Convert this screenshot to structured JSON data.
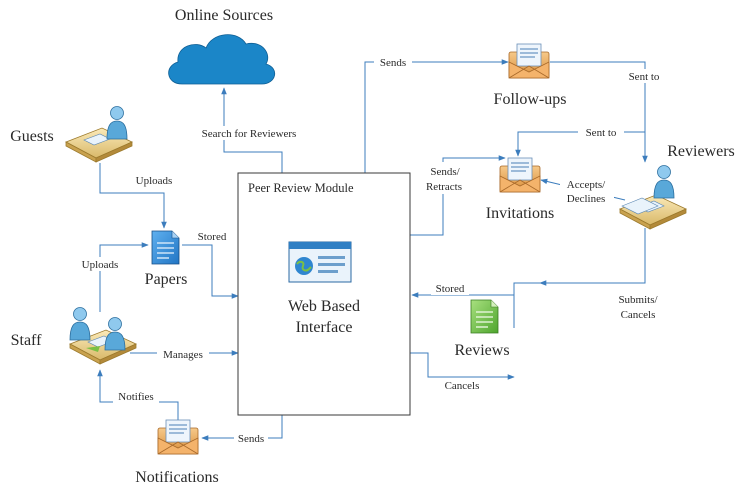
{
  "nodes": {
    "online_sources": "Online Sources",
    "guests": "Guests",
    "staff": "Staff",
    "papers": "Papers",
    "notifications": "Notifications",
    "follow_ups": "Follow-ups",
    "invitations": "Invitations",
    "reviewers": "Reviewers",
    "reviews": "Reviews"
  },
  "module": {
    "title": "Peer Review Module",
    "inner_line1": "Web Based",
    "inner_line2": "Interface"
  },
  "edges": {
    "search_for_reviewers": "Search for Reviewers",
    "uploads_guests": "Uploads",
    "uploads_staff": "Uploads",
    "stored_papers": "Stored",
    "manages": "Manages",
    "notifies": "Notifies",
    "sends_notifications": "Sends",
    "sends_followups": "Sends",
    "sent_to_followups": "Sent to",
    "sent_to_invitations": "Sent to",
    "sends_retracts_1": "Sends/",
    "sends_retracts_2": "Retracts",
    "accepts_declines_1": "Accepts/",
    "accepts_declines_2": "Declines",
    "stored_reviews": "Stored",
    "submits_cancels_1": "Submits/",
    "submits_cancels_2": "Cancels",
    "cancels": "Cancels"
  },
  "icons": {
    "online_sources": "cloud-icon",
    "guests": "person-at-desk-icon",
    "staff": "two-people-at-desk-icon",
    "papers": "document-icon",
    "notifications": "envelope-letter-icon",
    "follow_ups": "envelope-letter-icon",
    "invitations": "envelope-letter-icon",
    "reviewers": "person-at-desk-icon",
    "reviews": "document-icon",
    "module": "web-page-icon"
  },
  "colors": {
    "connector": "#3c7dbd",
    "cloud": "#1b86c8",
    "envelope": "#e9a75c",
    "paper_doc": "#3a8fd6",
    "review_doc": "#6ec24a",
    "person": "#59a8d9",
    "desk": "#f2dca0"
  }
}
